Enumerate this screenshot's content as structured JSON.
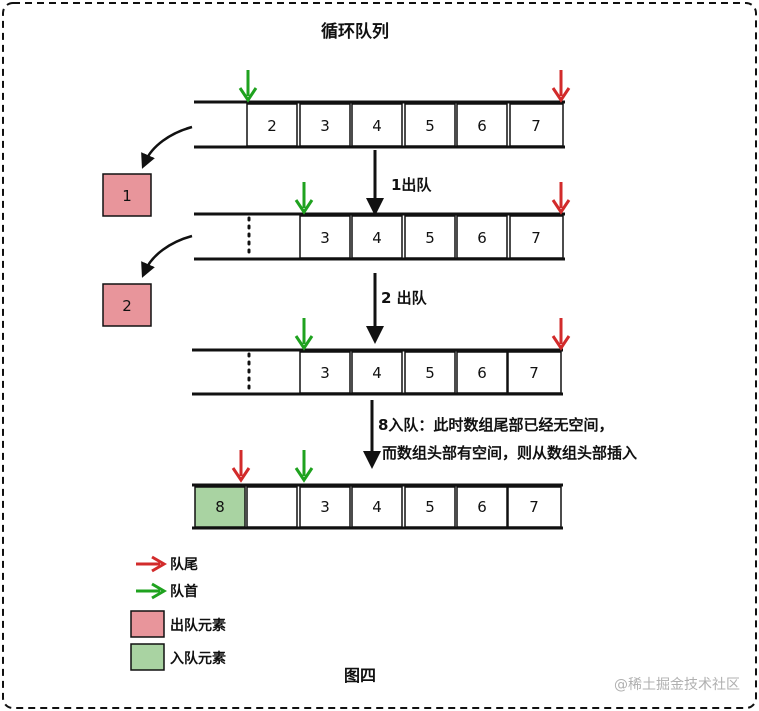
{
  "title": "循环队列",
  "footer": "图四",
  "watermark": "@稀土掘金技术社区",
  "colors": {
    "head_arrow": "#1fa21f",
    "tail_arrow": "#d22b2b",
    "dequeued_fill": "#e8959b",
    "enqueued_fill": "#a9d3a2",
    "line": "#111111"
  },
  "queues": [
    {
      "cells": [
        "",
        "2",
        "3",
        "4",
        "5",
        "6",
        "7"
      ]
    },
    {
      "cells": [
        "",
        "",
        "3",
        "4",
        "5",
        "6",
        "7"
      ]
    },
    {
      "cells": [
        "",
        "",
        "3",
        "4",
        "5",
        "6",
        "7"
      ]
    },
    {
      "cells": [
        "8",
        "",
        "3",
        "4",
        "5",
        "6",
        "7"
      ]
    }
  ],
  "steps": [
    {
      "label": "1出队",
      "removed": "1"
    },
    {
      "label": "2 出队",
      "removed": "2"
    },
    {
      "label_line1": "8入队：此时数组尾部已经无空间，",
      "label_line2": "而数组头部有空间，则从数组头部插入"
    }
  ],
  "legend": [
    {
      "kind": "arrow",
      "color": "tail",
      "label": "队尾"
    },
    {
      "kind": "arrow",
      "color": "head",
      "label": "队首"
    },
    {
      "kind": "box",
      "color": "dequeued",
      "label": "出队元素"
    },
    {
      "kind": "box",
      "color": "enqueued",
      "label": "入队元素"
    }
  ]
}
